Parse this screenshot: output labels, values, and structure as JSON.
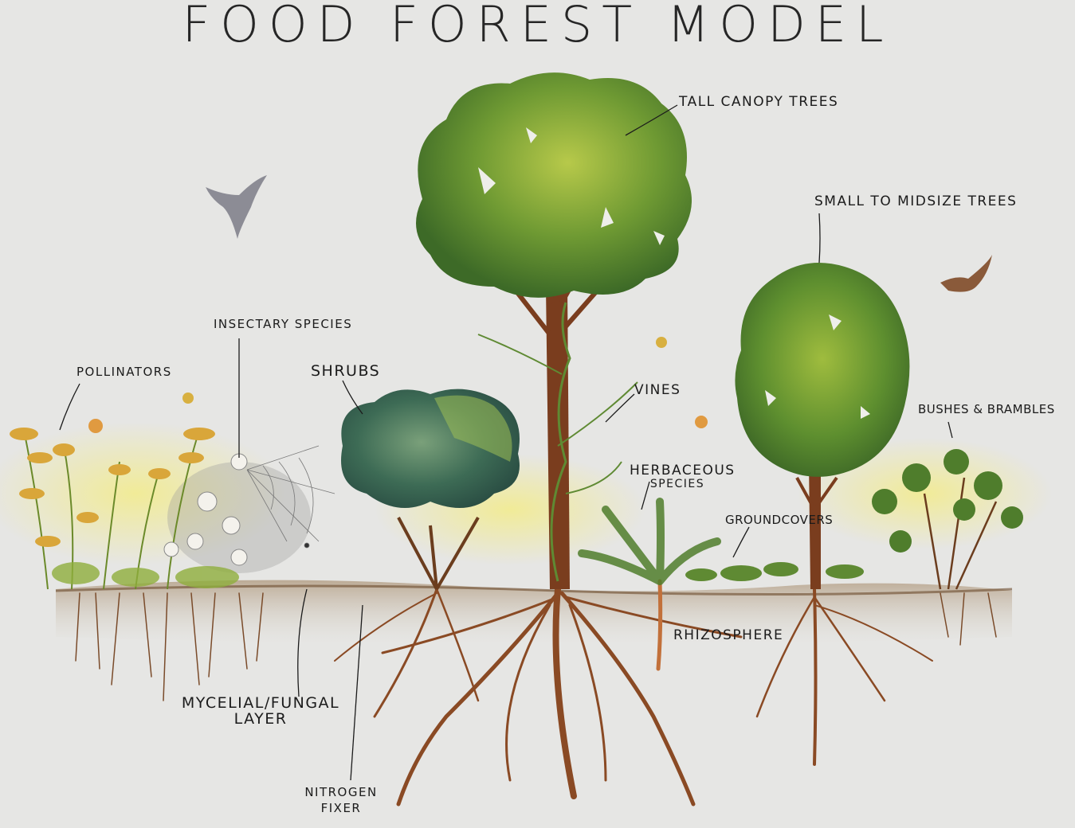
{
  "title": "FOOD FOREST MODEL",
  "labels": {
    "tall_canopy_trees": "TALL CANOPY TREES",
    "small_to_midsize_trees": "SMALL TO MIDSIZE TREES",
    "insectary_species": "INSECTARY SPECIES",
    "pollinators": "POLLINATORS",
    "shrubs": "SHRUBS",
    "vines": "VINES",
    "bushes_brambles": "BUSHES & BRAMBLES",
    "herbaceous_line1": "HERBACEOUS",
    "herbaceous_line2": "SPECIES",
    "groundcovers": "GROUNDCOVERS",
    "rhizosphere": "RHIZOSPHERE",
    "mycelial_line1": "MYCELIAL/FUNGAL",
    "mycelial_line2": "LAYER",
    "nitrogen_line1": "NITROGEN",
    "nitrogen_line2": "FIXER"
  },
  "colors": {
    "paper": "#e6e6e4",
    "foliage_dark": "#3f6b2a",
    "foliage_light": "#8fae3c",
    "trunk": "#7a3d1e",
    "root": "#8a4a24",
    "glow": "#f1e98a",
    "ink": "#1b1b1b"
  }
}
